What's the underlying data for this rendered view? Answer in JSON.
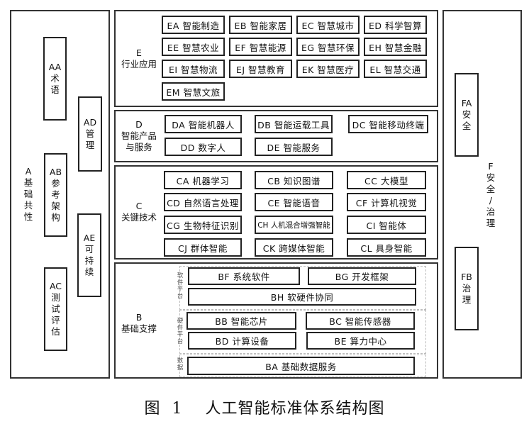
{
  "caption": "图  1    人工智能标准体系结构图",
  "panel_a": {
    "code": "A",
    "title_chars": [
      "基",
      "础",
      "共",
      "性"
    ],
    "items": [
      {
        "code": "AA",
        "chars": [
          "术",
          "语"
        ]
      },
      {
        "code": "AB",
        "chars": [
          "参",
          "考",
          "架",
          "构"
        ]
      },
      {
        "code": "AC",
        "chars": [
          "测",
          "试",
          "评",
          "估"
        ]
      },
      {
        "code": "AD",
        "chars": [
          "管",
          "理"
        ]
      },
      {
        "code": "AE",
        "chars": [
          "可",
          "持",
          "续"
        ]
      }
    ]
  },
  "panel_e": {
    "code": "E",
    "title": "行业应用",
    "items": [
      "EA 智能制造",
      "EB 智能家居",
      "EC 智慧城市",
      "ED 科学智算",
      "EE 智慧农业",
      "EF 智慧能源",
      "EG 智慧环保",
      "EH 智慧金融",
      "EI 智慧物流",
      "EJ 智慧教育",
      "EK 智慧医疗",
      "EL 智慧交通",
      "EM 智慧文旅"
    ]
  },
  "panel_d": {
    "code": "D",
    "title_line1": "智能产品",
    "title_line2": "与服务",
    "items": [
      "DA 智能机器人",
      "DB 智能运载工具",
      "DC 智能移动终端",
      "DD 数字人",
      "DE 智能服务"
    ]
  },
  "panel_c": {
    "code": "C",
    "title": "关键技术",
    "items": [
      "CA 机器学习",
      "CB 知识图谱",
      "CC 大模型",
      "CD 自然语言处理",
      "CE 智能语音",
      "CF 计算机视觉",
      "CG 生物特征识别",
      "CH 人机混合增强智能",
      "CI 智能体",
      "CJ 群体智能",
      "CK 跨媒体智能",
      "CL 具身智能"
    ]
  },
  "panel_b": {
    "code": "B",
    "title": "基础支撑",
    "groups": [
      {
        "label_chars": [
          "软",
          "件",
          "平",
          "台"
        ],
        "items": [
          "BF 系统软件",
          "BG 开发框架",
          "BH 软硬件协同"
        ]
      },
      {
        "label_chars": [
          "硬",
          "件",
          "平",
          "台"
        ],
        "items": [
          "BB 智能芯片",
          "BC 智能传感器",
          "BD 计算设备",
          "BE 算力中心"
        ]
      },
      {
        "label_chars": [
          "数",
          "据"
        ],
        "items": [
          "BA 基础数据服务"
        ]
      }
    ]
  },
  "panel_f": {
    "code": "F",
    "title_chars": [
      "安",
      "全",
      "/",
      "治",
      "理"
    ],
    "items": [
      {
        "code": "FA",
        "chars": [
          "安",
          "全"
        ]
      },
      {
        "code": "FB",
        "chars": [
          "治",
          "理"
        ]
      }
    ]
  }
}
